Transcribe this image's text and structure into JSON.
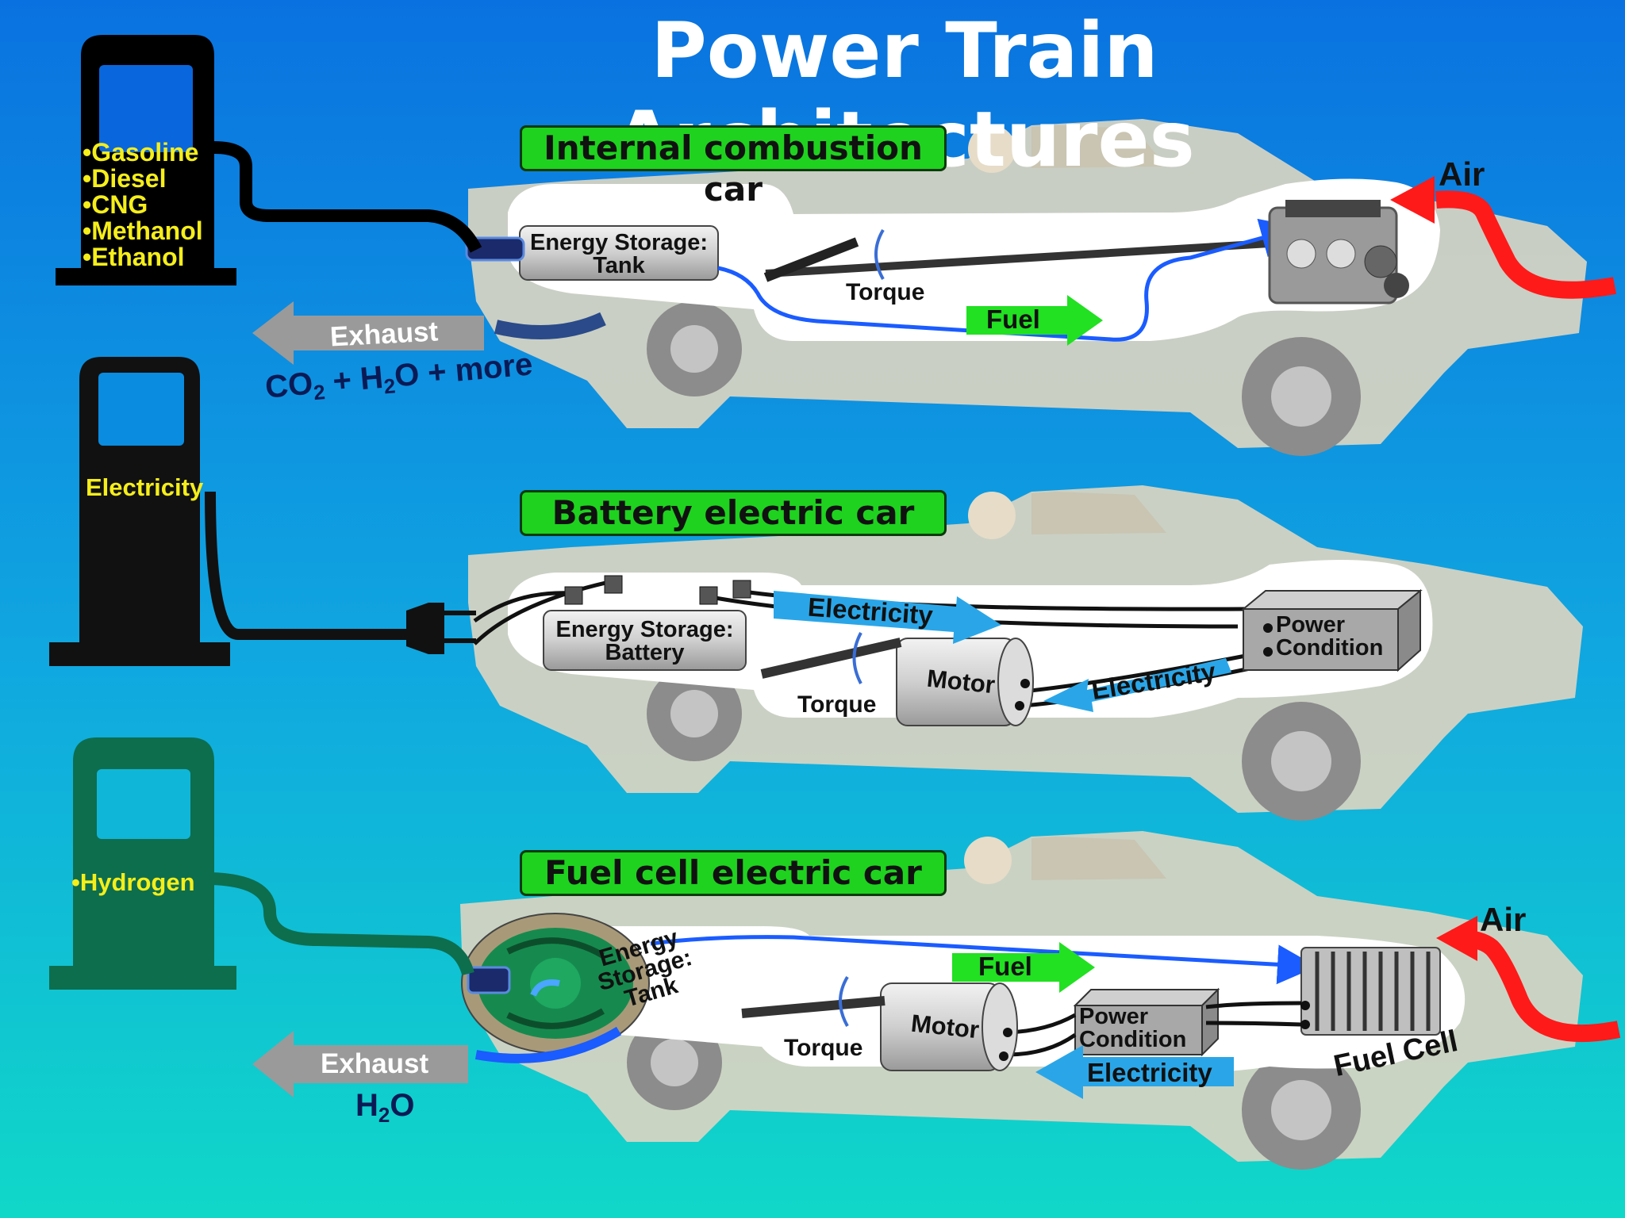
{
  "title": "Power Train Architectures",
  "colors": {
    "background_top": "#0a72e0",
    "background_bottom": "#10d8c8",
    "label_green": "#1fd21f",
    "air_arrow": "#ff1a1a",
    "fuel_line": "#1a5cff",
    "electric_arrow": "#2aa6e8"
  },
  "pumps": [
    {
      "name": "fuel-pump",
      "color": "#000000",
      "items": [
        "•Gasoline",
        "•Diesel",
        "•CNG",
        "•Methanol",
        "•Ethanol"
      ]
    },
    {
      "name": "electric-charger",
      "color": "#111111",
      "items": [
        "Electricity"
      ]
    },
    {
      "name": "hydrogen-pump",
      "color": "#0d6e4e",
      "items": [
        "•Hydrogen"
      ]
    }
  ],
  "internal_combustion": {
    "label": "Internal combustion car",
    "storage": [
      "Energy Storage:",
      "Tank"
    ],
    "torque": "Torque",
    "fuel": "Fuel",
    "air": "Air",
    "exhaust": "Exhaust",
    "emission": {
      "co": "CO",
      "co_sub": "2",
      "mid": " + H",
      "h_sub": "2",
      "tail": "O + more"
    }
  },
  "battery_electric": {
    "label": "Battery electric car",
    "storage": [
      "Energy Storage:",
      "Battery"
    ],
    "electricity_top": "Electricity",
    "electricity_bottom": "Electricity",
    "power_condition": [
      "Power",
      "Condition"
    ],
    "motor": "Motor",
    "torque": "Torque"
  },
  "fuel_cell": {
    "label": "Fuel cell electric car",
    "storage": [
      "Energy",
      "Storage:",
      "Tank"
    ],
    "fuel": "Fuel",
    "air": "Air",
    "motor": "Motor",
    "power_condition": [
      "Power",
      "Condition"
    ],
    "electricity": "Electricity",
    "fuel_cell": "Fuel Cell",
    "torque": "Torque",
    "exhaust": "Exhaust",
    "emission": {
      "h": "H",
      "h_sub": "2",
      "tail": "O"
    }
  }
}
